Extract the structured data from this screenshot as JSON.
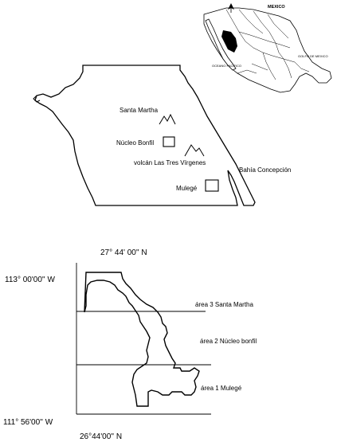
{
  "inset": {
    "country": "MEXICO",
    "ocean": "OCEANO PACIFICO",
    "gulf": "GOLFO DE MEXICO"
  },
  "region_map": {
    "labels": {
      "santa_martha": "Santa Martha",
      "nucleo_bonfil": "Núcleo Bonfil",
      "volcan": "volcán Las Tres Vírgenes",
      "bahia": "Bahía Concepción",
      "mulege": "Mulegé"
    }
  },
  "area_map": {
    "coords": {
      "top": "27° 44' 00'' N",
      "left_top": "113° 00'00'' W",
      "left_bottom": "111° 56'00'' W",
      "bottom": "26°44'00'' N"
    },
    "areas": [
      {
        "label": "área 3 Santa Martha"
      },
      {
        "label": "área 2 Núcleo bonfil"
      },
      {
        "label": "área 1 Mulegé"
      }
    ]
  }
}
